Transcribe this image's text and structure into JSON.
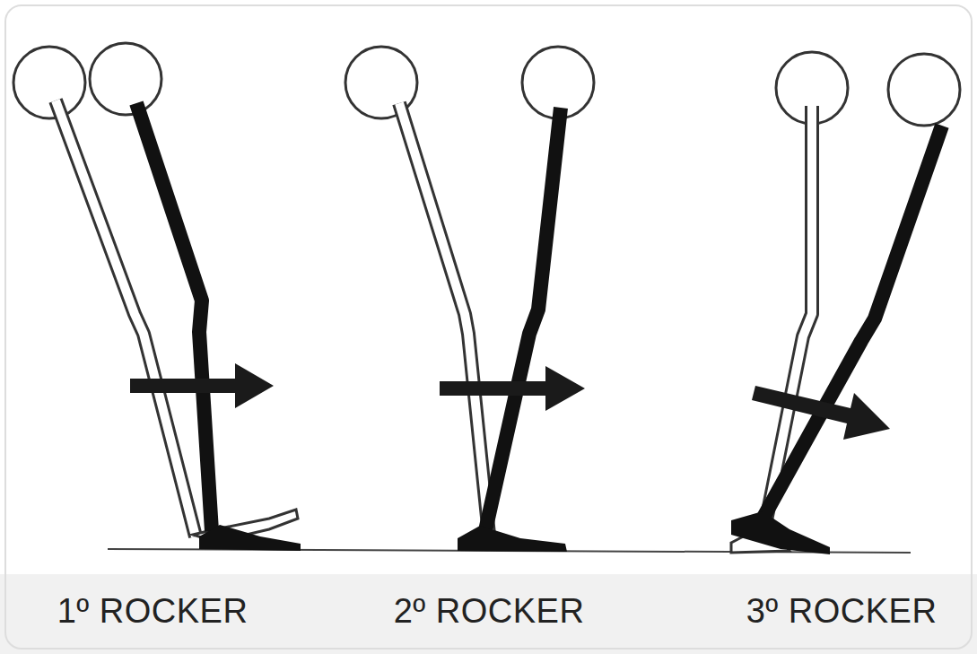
{
  "diagram": {
    "labels": [
      "1º ROCKER",
      "2º ROCKER",
      "3º ROCKER"
    ]
  }
}
